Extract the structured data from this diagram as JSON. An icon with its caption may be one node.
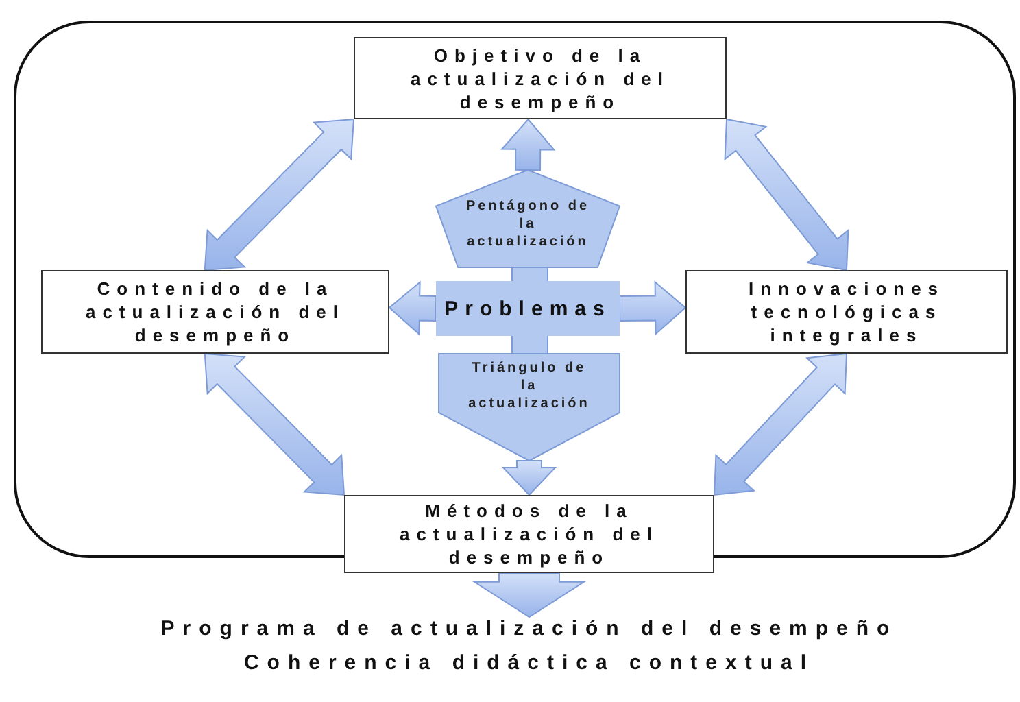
{
  "diagram": {
    "nodes": [
      {
        "text": [],
        "shape": "box"
      },
      {
        "text": [
          "Objetivo de la actualización del desempeño"
        ],
        "in": 0
      },
      {
        "text": [
          "Contenido de la actualización del desempeño"
        ],
        "in": 0
      },
      {
        "text": [
          "Innovaciones tecnológicas integrales"
        ],
        "in": 0
      },
      {
        "text": [
          "Métodos de la actualización del desempeño"
        ]
      },
      {
        "text": [
          "Pentágono de la actualización"
        ],
        "in": 0
      },
      {
        "text": [
          "Problemas"
        ],
        "in": 0
      },
      {
        "text": [
          "Triángulo de la actualización"
        ],
        "in": 0
      },
      {
        "text": [
          "Programa de actualización del desempeño",
          "Coherencia didáctica contextual"
        ]
      }
    ],
    "edges": [
      {
        "from": 2,
        "to": 1,
        "arrow": "both"
      },
      {
        "from": 1,
        "to": 3,
        "arrow": "both"
      },
      {
        "from": 2,
        "to": 4,
        "arrow": "both"
      },
      {
        "from": 3,
        "to": 4,
        "arrow": "both"
      },
      {
        "from": 5,
        "to": 1,
        "arrow": "to"
      },
      {
        "from": 6,
        "to": 2,
        "arrow": "to"
      },
      {
        "from": 6,
        "to": 3,
        "arrow": "to"
      },
      {
        "from": 7,
        "to": 4,
        "arrow": "to"
      },
      {
        "from": 4,
        "to": 8,
        "arrow": "to",
        "style": "thick"
      }
    ]
  }
}
